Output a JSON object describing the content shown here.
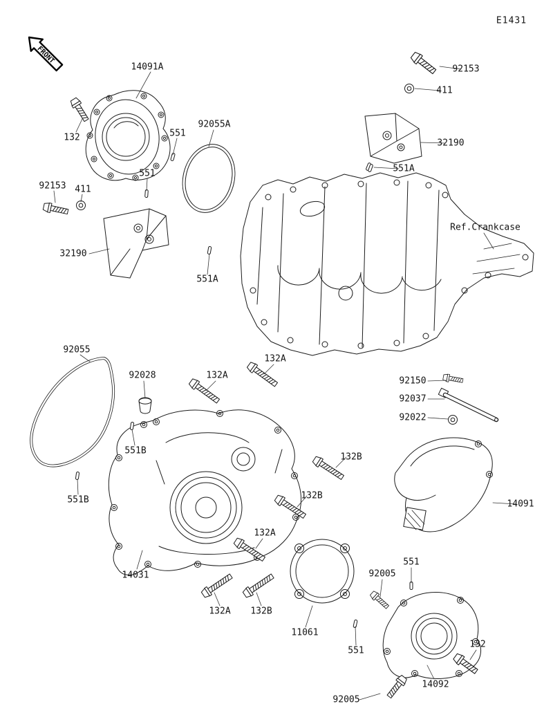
{
  "diagram": {
    "code": "E1431",
    "front_label": "FRONT"
  },
  "labels": [
    {
      "text": "14091A"
    },
    {
      "text": "92153"
    },
    {
      "text": "411"
    },
    {
      "text": "32190"
    },
    {
      "text": "551A"
    },
    {
      "text": "92055A"
    },
    {
      "text": "132"
    },
    {
      "text": "551"
    },
    {
      "text": "551"
    },
    {
      "text": "92153"
    },
    {
      "text": "411"
    },
    {
      "text": "32190"
    },
    {
      "text": "551A"
    },
    {
      "text": "Ref.Crankcase"
    },
    {
      "text": "92055"
    },
    {
      "text": "92028"
    },
    {
      "text": "132A"
    },
    {
      "text": "132A"
    },
    {
      "text": "92150"
    },
    {
      "text": "92037"
    },
    {
      "text": "92022"
    },
    {
      "text": "551B"
    },
    {
      "text": "132B"
    },
    {
      "text": "551B"
    },
    {
      "text": "132B"
    },
    {
      "text": "14091"
    },
    {
      "text": "132A"
    },
    {
      "text": "14031"
    },
    {
      "text": "551"
    },
    {
      "text": "92005"
    },
    {
      "text": "132A"
    },
    {
      "text": "132B"
    },
    {
      "text": "11061"
    },
    {
      "text": "551"
    },
    {
      "text": "132"
    },
    {
      "text": "14092"
    },
    {
      "text": "92005"
    }
  ]
}
